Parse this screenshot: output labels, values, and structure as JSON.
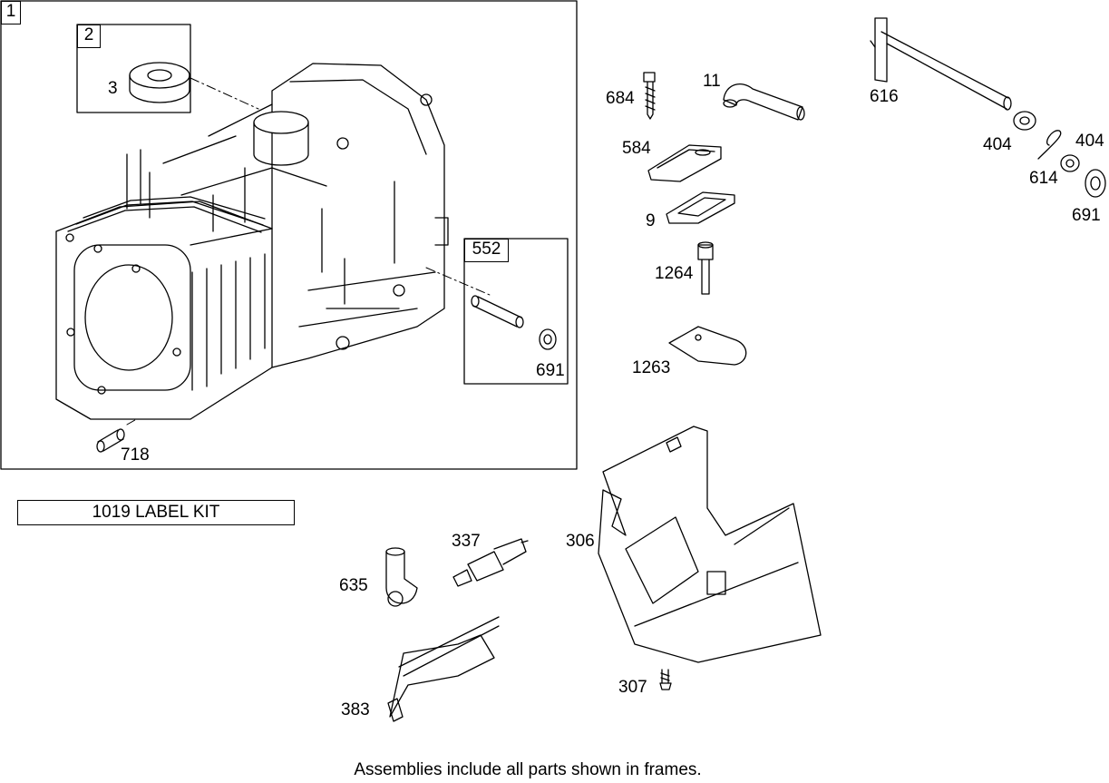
{
  "frames": {
    "cylinder_assembly": {
      "number": "1"
    },
    "seal_frame": {
      "number": "2"
    },
    "pin_frame": {
      "number": "552"
    }
  },
  "callouts": {
    "seal": "3",
    "dowel_pin": "718",
    "pin_washer": "691",
    "screw": "684",
    "breather_tube": "11",
    "breather_cover": "584",
    "breather_gasket": "9",
    "bolt": "1264",
    "plate": "1263",
    "governor_shaft": "616",
    "washer_left": "404",
    "washer_right": "404",
    "clip": "614",
    "shaft_washer": "691",
    "spark_plug": "337",
    "spark_plug_boot": "635",
    "baffle": "306",
    "baffle_screw": "307",
    "spark_plug_wrench": "383"
  },
  "label_kit": "1019 LABEL KIT",
  "caption": "Assemblies include all parts shown in frames."
}
